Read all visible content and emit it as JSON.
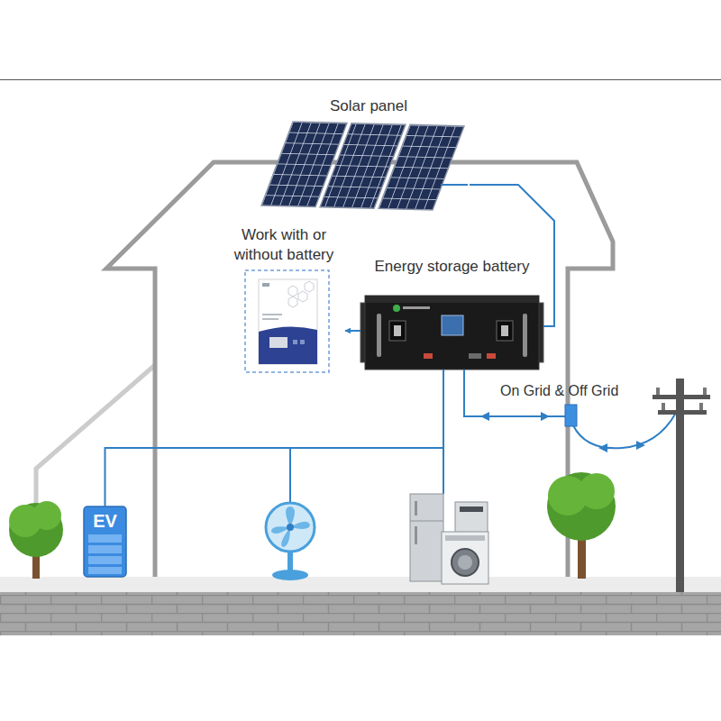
{
  "diagram": {
    "nodes": [
      {
        "text": [
          "Solar panel"
        ]
      },
      {
        "text": [
          "Work with or without battery"
        ]
      },
      {
        "text": [
          "Energy storage battery"
        ]
      },
      {
        "text": [
          "EV"
        ]
      }
    ],
    "edges": [
      {
        "from": 0,
        "to": 2,
        "arrow": "none"
      },
      {
        "from": 2,
        "to": 1,
        "arrow": "to"
      },
      {
        "from": 2,
        "to": 3,
        "arrow": "none"
      }
    ],
    "labels": [
      "On Grid & Off Grid"
    ]
  }
}
